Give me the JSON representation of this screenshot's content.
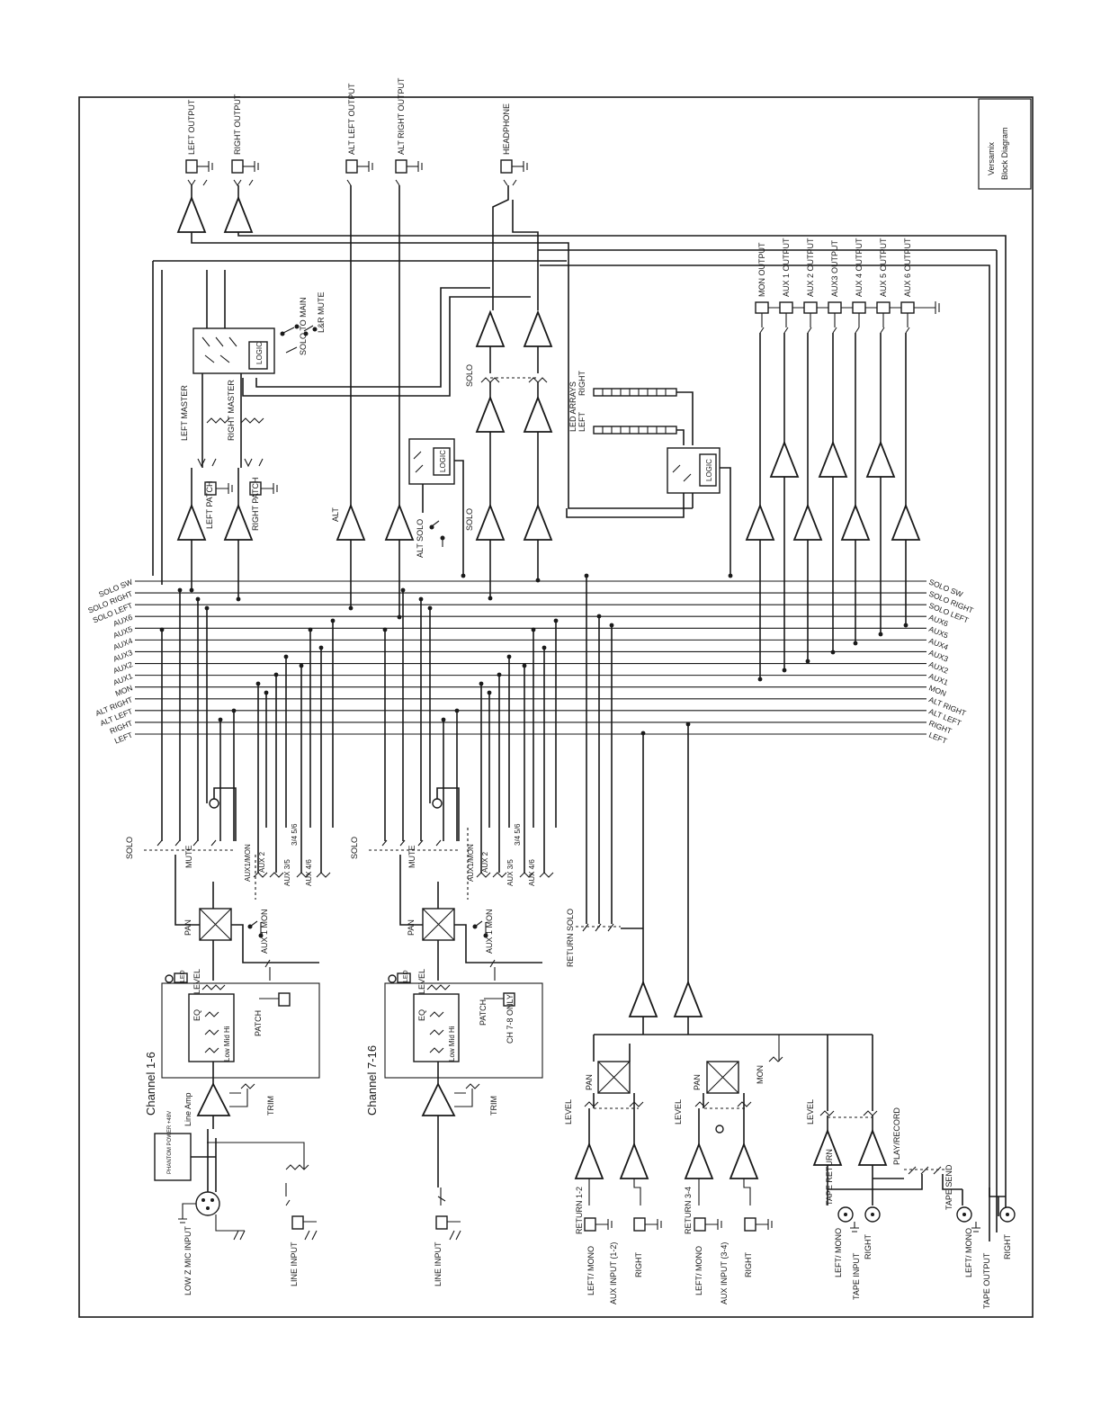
{
  "title_block": {
    "line1": "Versamix",
    "line2": "Block Diagram"
  },
  "bus_labels": [
    "LEFT",
    "RIGHT",
    "ALT LEFT",
    "ALT RIGHT",
    "MON",
    "AUX1",
    "AUX2",
    "AUX3",
    "AUX4",
    "AUX5",
    "AUX6",
    "SOLO LEFT",
    "SOLO RIGHT",
    "SOLO SW"
  ],
  "outputs_top": {
    "left_output": "LEFT OUTPUT",
    "right_output": "RIGHT OUTPUT",
    "alt_left_output": "ALT LEFT OUTPUT",
    "alt_right_output": "ALT RIGHT OUTPUT",
    "headphone": "HEADPHONE"
  },
  "master": {
    "left_patch": "LEFT PATCH",
    "right_patch": "RIGHT PATCH",
    "left_master": "LEFT MASTER",
    "right_master": "RIGHT MASTER",
    "solo_to_main": "SOLO TO MAIN",
    "lr_mute": "L&R MUTE",
    "logic": "LOGIC",
    "alt": "ALT",
    "alt_solo": "ALT SOLO",
    "solo": "SOLO",
    "led_arrays": "LED ARRAYS",
    "led_left": "LEFT",
    "led_right": "RIGHT"
  },
  "aux_outputs": [
    "MON OUTPUT",
    "AUX 1 OUTPUT",
    "AUX 2 OUTPUT",
    "AUX3 OUTPUT",
    "AUX 4 OUTPUT",
    "AUX 5 OUTPUT",
    "AUX 6 OUTPUT"
  ],
  "channel_a": {
    "title": "Channel 1-6",
    "low_z_mic_input": "LOW Z MIC INPUT",
    "line_input": "LINE INPUT",
    "phantom": "PHANTOM POWER +48V",
    "line_amp": "Line Amp",
    "trim": "TRIM",
    "eq": "EQ",
    "eq_bands": "Low Mid Hi",
    "level": "LEVEL",
    "led": "LED",
    "patch": "PATCH",
    "pan": "PAN",
    "aux1_mon": "AUX 1 MON",
    "aux1mon": "AUX1/MON",
    "aux2": "AUX 2",
    "aux35": "AUX 3/5",
    "aux46": "AUX 4/6",
    "sel": "3/4 5/6",
    "mute": "MUTE",
    "solo": "SOLO"
  },
  "channel_b": {
    "title": "Channel 7-16",
    "line_input": "LINE INPUT",
    "trim": "TRIM",
    "eq": "EQ",
    "eq_bands": "Low Mid Hi",
    "level": "LEVEL",
    "led": "LED",
    "patch": "PATCH",
    "ch78": "CH 7-8 ONLY",
    "pan": "PAN",
    "aux1_mon": "AUX 1 MON",
    "aux1mon": "AUX1/MON",
    "aux2": "AUX 2",
    "aux35": "AUX 3/5",
    "aux46": "AUX 4/6",
    "sel": "3/4 5/6",
    "mute": "MUTE",
    "solo": "SOLO"
  },
  "returns": {
    "return_solo": "RETURN SOLO",
    "return12": "RETURN 1-2",
    "return34": "RETURN 3-4",
    "left_mono": "LEFT/ MONO",
    "right": "RIGHT",
    "aux_input_12": "AUX INPUT (1-2)",
    "aux_input_34": "AUX INPUT (3-4)",
    "level": "LEVEL",
    "pan": "PAN",
    "mon": "MON"
  },
  "tape": {
    "tape_return": "TAPE RETURN",
    "tape_input": "TAPE INPUT",
    "play_record": "PLAY/RECORD",
    "tape_send": "TAPE SEND",
    "tape_output": "TAPE OUTPUT",
    "left_mono": "LEFT/ MONO",
    "right": "RIGHT",
    "level": "LEVEL"
  }
}
